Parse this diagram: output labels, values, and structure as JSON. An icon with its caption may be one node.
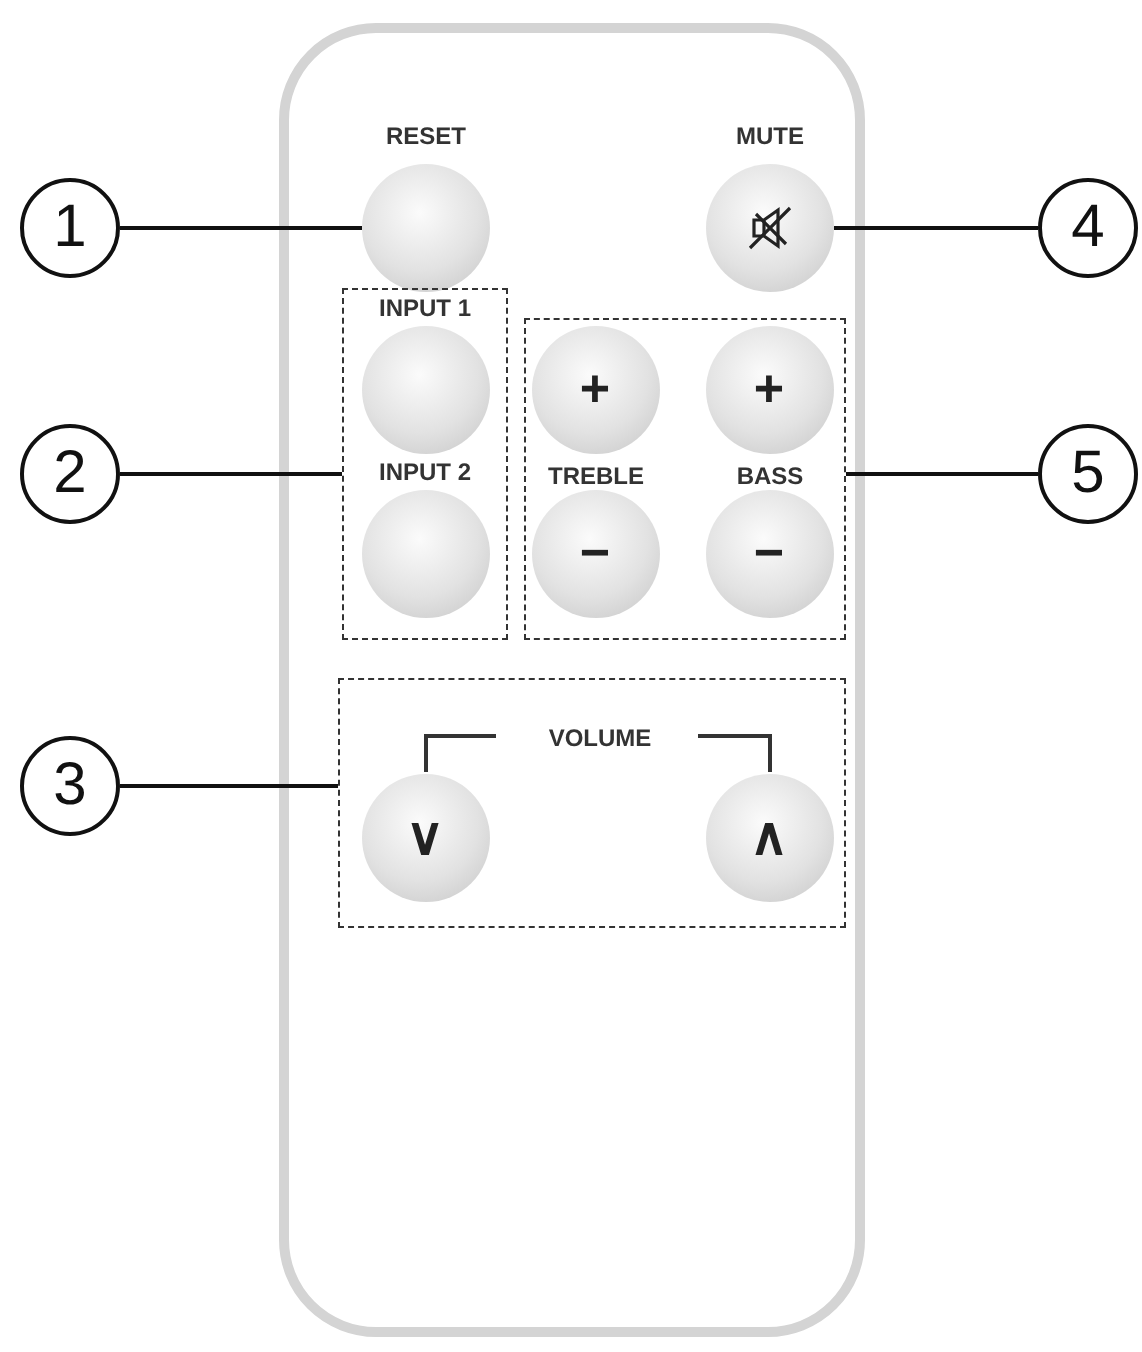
{
  "diagram": {
    "nodes": [
      {
        "text": [
          "1"
        ]
      },
      {
        "text": [
          "RESET"
        ]
      },
      {
        "text": [
          "MUTE"
        ]
      },
      {
        "text": [
          "4"
        ]
      },
      {
        "text": [
          "2"
        ]
      },
      {
        "text": [],
        "shape": "box"
      },
      {
        "text": [
          "INPUT 1"
        ],
        "in": 5
      },
      {
        "text": [
          "INPUT 2"
        ],
        "in": 5
      },
      {
        "text": [],
        "shape": "box"
      },
      {
        "text": [
          "+"
        ],
        "in": 8
      },
      {
        "text": [
          "+"
        ],
        "in": 8
      },
      {
        "text": [
          "−"
        ],
        "in": 8
      },
      {
        "text": [
          "−"
        ],
        "in": 8
      },
      {
        "text": [
          "5"
        ]
      },
      {
        "text": [
          "3"
        ]
      },
      {
        "text": [],
        "shape": "box"
      },
      {
        "text": [
          "∨"
        ],
        "in": 15
      },
      {
        "text": [
          "∧"
        ],
        "in": 15
      }
    ],
    "edges": [
      {
        "from": 0,
        "to": 1,
        "arrow": "none"
      },
      {
        "from": 3,
        "to": 2,
        "arrow": "none"
      },
      {
        "from": 4,
        "to": 5,
        "arrow": "none"
      },
      {
        "from": 13,
        "to": 8,
        "arrow": "none"
      },
      {
        "from": 14,
        "to": 15,
        "arrow": "none"
      }
    ],
    "labels": [
      "TREBLE",
      "BASS",
      "VOLUME"
    ]
  }
}
